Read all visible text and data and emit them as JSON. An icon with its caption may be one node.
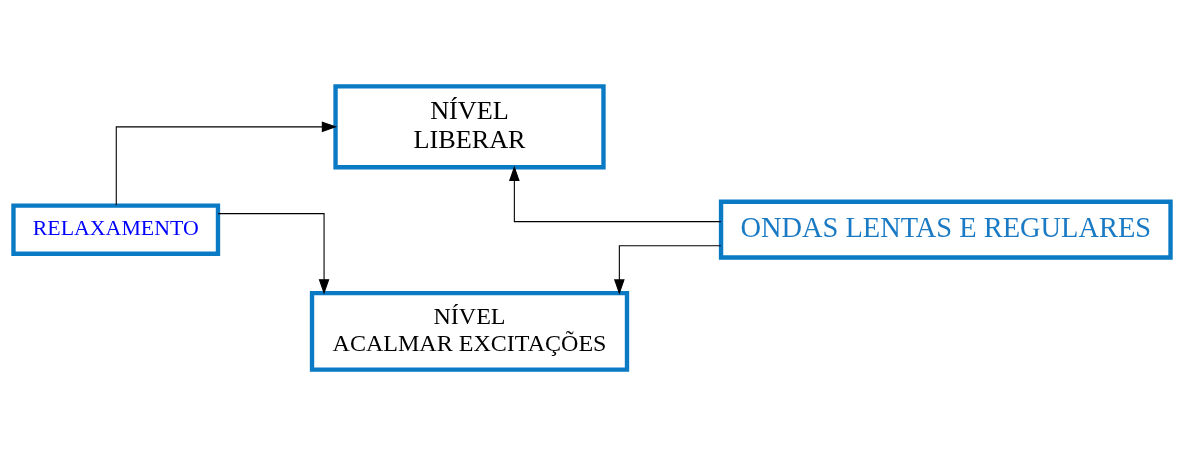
{
  "diagram": {
    "nodes": [
      {
        "text": [
          "RELAXAMENTO"
        ]
      },
      {
        "text": [
          "NÍVEL",
          "LIBERAR"
        ]
      },
      {
        "text": [
          "NÍVEL",
          "ACALMAR EXCITAÇÕES"
        ]
      },
      {
        "text": [
          "ONDAS LENTAS E REGULARES"
        ]
      }
    ],
    "edges": [
      {
        "from": 0,
        "to": 1,
        "arrow": "to"
      },
      {
        "from": 0,
        "to": 2,
        "arrow": "to"
      },
      {
        "from": 3,
        "to": 1,
        "arrow": "to"
      },
      {
        "from": 3,
        "to": 2,
        "arrow": "to"
      }
    ]
  }
}
